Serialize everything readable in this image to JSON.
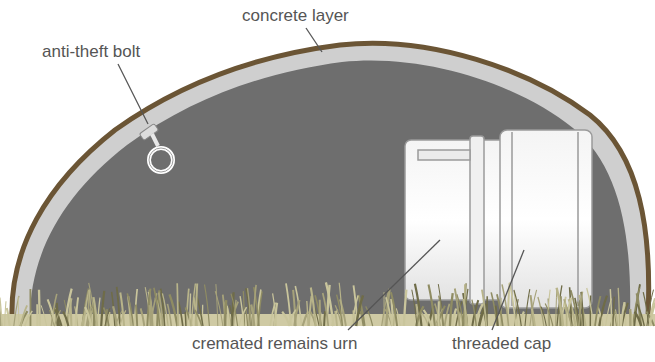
{
  "diagram": {
    "labels": [
      "concrete layer",
      "anti-theft bolt",
      "cremated remains urn",
      "threaded cap"
    ]
  }
}
